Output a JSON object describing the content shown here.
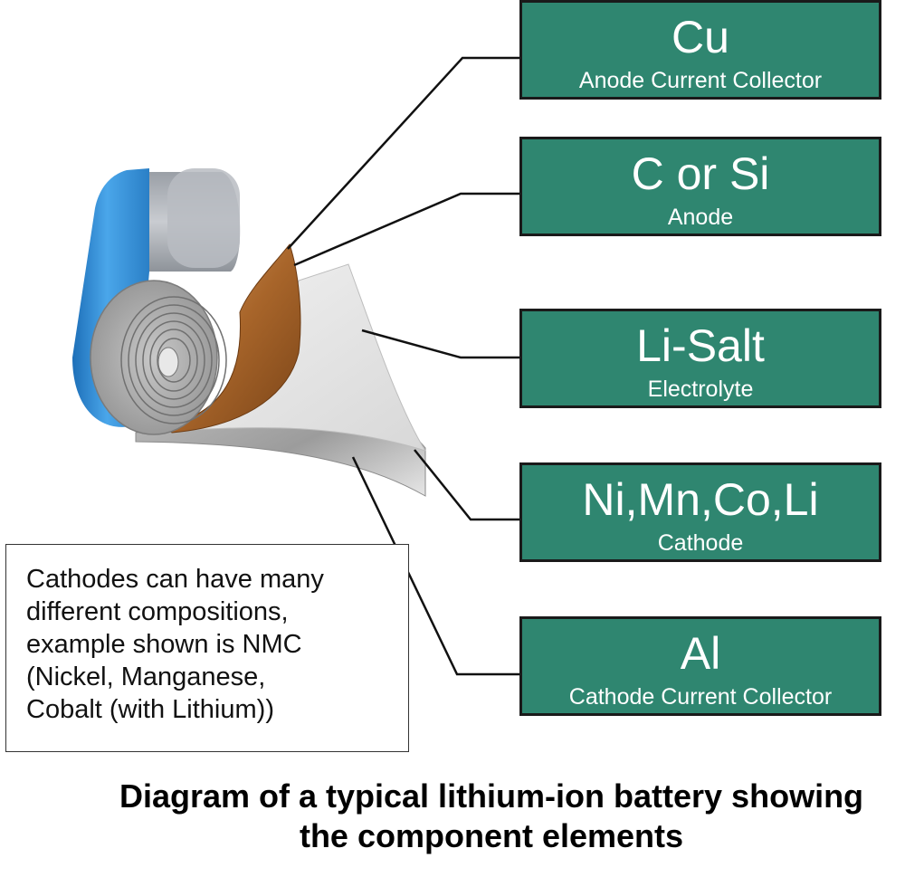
{
  "components": [
    {
      "symbol": "Cu",
      "name": "Anode Current Collector"
    },
    {
      "symbol": "C or Si",
      "name": "Anode"
    },
    {
      "symbol": "Li-Salt",
      "name": "Electrolyte"
    },
    {
      "symbol": "Ni,Mn,Co,Li",
      "name": "Cathode"
    },
    {
      "symbol": "Al",
      "name": "Cathode Current Collector"
    }
  ],
  "note": {
    "lines": [
      "Cathodes can have many",
      "different compositions,",
      "example shown is NMC",
      "(Nickel, Manganese,",
      "Cobalt (with Lithium))"
    ]
  },
  "caption": {
    "line1": "Diagram of a typical lithium-ion battery showing",
    "line2": "the component elements"
  },
  "colors": {
    "box_fill": "#2f8670",
    "box_border": "#1a1a1a",
    "cell_accent": "#3fa0e0",
    "copper": "#a8652a"
  }
}
